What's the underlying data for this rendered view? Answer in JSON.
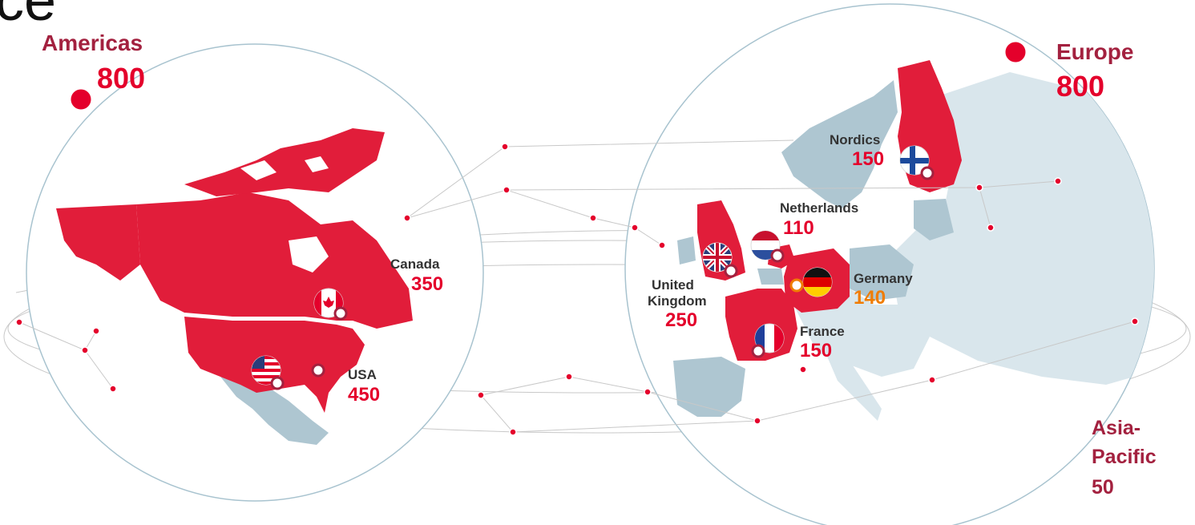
{
  "title_fragment": "ce",
  "regions": {
    "americas": {
      "name": "Americas",
      "value": "800"
    },
    "europe": {
      "name": "Europe",
      "value": "800"
    },
    "asia_pacific": {
      "name_line1": "Asia-",
      "name_line2": "Pacific",
      "value": "50"
    }
  },
  "countries": {
    "canada": {
      "name": "Canada",
      "value": "350"
    },
    "usa": {
      "name": "USA",
      "value": "450"
    },
    "nordics": {
      "name": "Nordics",
      "value": "150"
    },
    "netherlands": {
      "name": "Netherlands",
      "value": "110"
    },
    "uk": {
      "name_line1": "United",
      "name_line2": "Kingdom",
      "value": "250"
    },
    "germany": {
      "name": "Germany",
      "value": "140"
    },
    "france": {
      "name": "France",
      "value": "150"
    }
  },
  "colors": {
    "land_highlight": "#e11d3a",
    "land_base": "#aec6d1",
    "land_light": "#d9e6ec",
    "region_label": "#a3213f",
    "value_red": "#e4002b",
    "value_orange": "#f07c00",
    "globe_stroke": "#a8c3cf",
    "network_line": "#c9c9c9",
    "network_dot": "#e4002b"
  },
  "icons": [
    "location-pin-icon",
    "flag-canada-icon",
    "flag-usa-icon",
    "flag-finland-icon",
    "flag-netherlands-icon",
    "flag-uk-icon",
    "flag-germany-icon",
    "flag-france-icon"
  ]
}
